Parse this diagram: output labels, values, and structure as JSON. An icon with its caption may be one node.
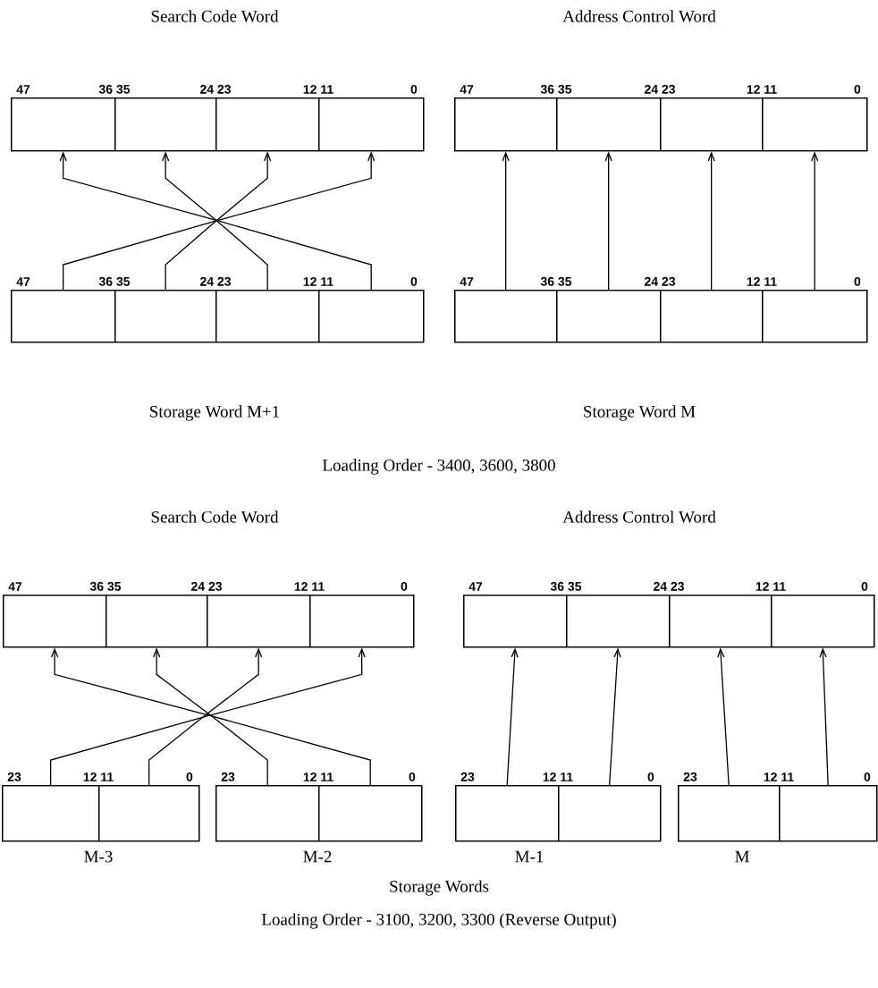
{
  "diagram": {
    "nodes": [
      {
        "text": [
          "Search Code Word"
        ]
      },
      {
        "text": [],
        "shape": "box",
        "in": 0
      },
      {
        "text": [],
        "shape": "box",
        "in": 0
      },
      {
        "text": [],
        "shape": "box",
        "in": 0
      },
      {
        "text": [],
        "shape": "box",
        "in": 0
      },
      {
        "text": [
          "Address Control Word"
        ]
      },
      {
        "text": [],
        "shape": "box",
        "in": 5
      },
      {
        "text": [],
        "shape": "box",
        "in": 5
      },
      {
        "text": [],
        "shape": "box",
        "in": 5
      },
      {
        "text": [],
        "shape": "box",
        "in": 5
      },
      {
        "text": [
          "Storage Word M+1"
        ]
      },
      {
        "text": [],
        "shape": "box",
        "in": 10
      },
      {
        "text": [],
        "shape": "box",
        "in": 10
      },
      {
        "text": [],
        "shape": "box",
        "in": 10
      },
      {
        "text": [],
        "shape": "box",
        "in": 10
      },
      {
        "text": [
          "Storage Word M"
        ]
      },
      {
        "text": [],
        "shape": "box",
        "in": 15
      },
      {
        "text": [],
        "shape": "box",
        "in": 15
      },
      {
        "text": [],
        "shape": "box",
        "in": 15
      },
      {
        "text": [],
        "shape": "box",
        "in": 15
      },
      {
        "text": [
          "Search Code Word"
        ]
      },
      {
        "text": [],
        "shape": "box",
        "in": 20
      },
      {
        "text": [],
        "shape": "box",
        "in": 20
      },
      {
        "text": [],
        "shape": "box",
        "in": 20
      },
      {
        "text": [],
        "shape": "box",
        "in": 20
      },
      {
        "text": [
          "Address Control Word"
        ]
      },
      {
        "text": [],
        "shape": "box",
        "in": 25
      },
      {
        "text": [],
        "shape": "box",
        "in": 25
      },
      {
        "text": [],
        "shape": "box",
        "in": 25
      },
      {
        "text": [],
        "shape": "box",
        "in": 25
      },
      {
        "text": [
          "M-3"
        ]
      },
      {
        "text": [],
        "shape": "box",
        "in": 30
      },
      {
        "text": [],
        "shape": "box",
        "in": 30
      },
      {
        "text": [
          "M-2"
        ]
      },
      {
        "text": [],
        "shape": "box",
        "in": 33
      },
      {
        "text": [],
        "shape": "box",
        "in": 33
      },
      {
        "text": [
          "M-1"
        ]
      },
      {
        "text": [],
        "shape": "box",
        "in": 36
      },
      {
        "text": [],
        "shape": "box",
        "in": 36
      },
      {
        "text": [
          "M"
        ]
      },
      {
        "text": [],
        "shape": "box",
        "in": 39
      },
      {
        "text": [],
        "shape": "box",
        "in": 39
      }
    ],
    "edges": [
      {
        "from": 11,
        "to": 4,
        "arrow": "to"
      },
      {
        "from": 12,
        "to": 3,
        "arrow": "to"
      },
      {
        "from": 13,
        "to": 2,
        "arrow": "to"
      },
      {
        "from": 14,
        "to": 1,
        "arrow": "to"
      },
      {
        "from": 16,
        "to": 6,
        "arrow": "to"
      },
      {
        "from": 17,
        "to": 7,
        "arrow": "to"
      },
      {
        "from": 18,
        "to": 8,
        "arrow": "to"
      },
      {
        "from": 19,
        "to": 9,
        "arrow": "to"
      },
      {
        "from": 31,
        "to": 24,
        "arrow": "to"
      },
      {
        "from": 32,
        "to": 23,
        "arrow": "to"
      },
      {
        "from": 34,
        "to": 22,
        "arrow": "to"
      },
      {
        "from": 35,
        "to": 21,
        "arrow": "to"
      },
      {
        "from": 37,
        "to": 26,
        "arrow": "to"
      },
      {
        "from": 38,
        "to": 27,
        "arrow": "to"
      },
      {
        "from": 40,
        "to": 28,
        "arrow": "to"
      },
      {
        "from": 41,
        "to": 29,
        "arrow": "to"
      }
    ],
    "labels": [
      "47",
      "36 35",
      "24 23",
      "12 11",
      "0",
      "47",
      "36 35",
      "24 23",
      "12 11",
      "0",
      "47",
      "36 35",
      "24 23",
      "12 11",
      "0",
      "47",
      "36 35",
      "24 23",
      "12 11",
      "0",
      "Loading Order - 3400, 3600, 3800",
      "47",
      "36 35",
      "24 23",
      "12 11",
      "0",
      "47",
      "36 35",
      "24 23",
      "12 11",
      "0",
      "23",
      "12 11",
      "0",
      "23",
      "12 11",
      "0",
      "23",
      "12 11",
      "0",
      "23",
      "12 11",
      "0",
      "Storage Words",
      "Loading Order - 3100, 3200, 3300 (Reverse Output)"
    ]
  }
}
